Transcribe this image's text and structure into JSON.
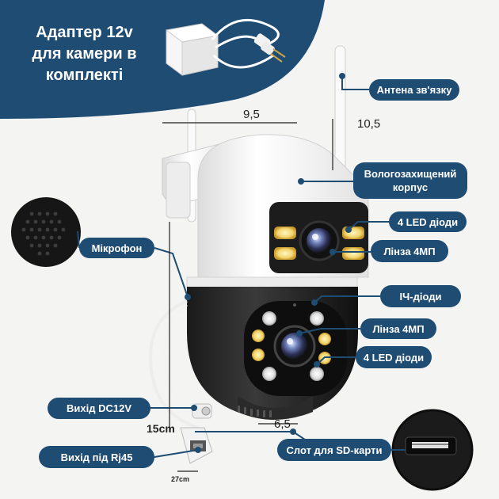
{
  "banner": {
    "line1": "Адаптер 12v",
    "line2": "для камери в",
    "line3": "комплекті"
  },
  "labels": {
    "antenna": "Антена зв'язку",
    "housing": "Вологозахищений корпус",
    "led_top": "4 LED діоди",
    "lens_top": "Лінза 4МП",
    "microphone": "Мікрофон",
    "ir_diodes": "ІЧ-діоди",
    "lens_bottom": "Лінза 4МП",
    "led_bottom": "4 LED діоди",
    "dc_out": "Вихід DC12V",
    "rj45_out": "Вихід під Rj45",
    "sd_slot": "Слот для SD-карти"
  },
  "dimensions": {
    "width": "9,5",
    "height": "10,5",
    "cable": "15cm",
    "base": "6,5",
    "cable_total": "27cm"
  },
  "colors": {
    "label_bg": "#1e4c73",
    "banner_bg": "#1e4c73",
    "background": "#f4f4f2"
  }
}
